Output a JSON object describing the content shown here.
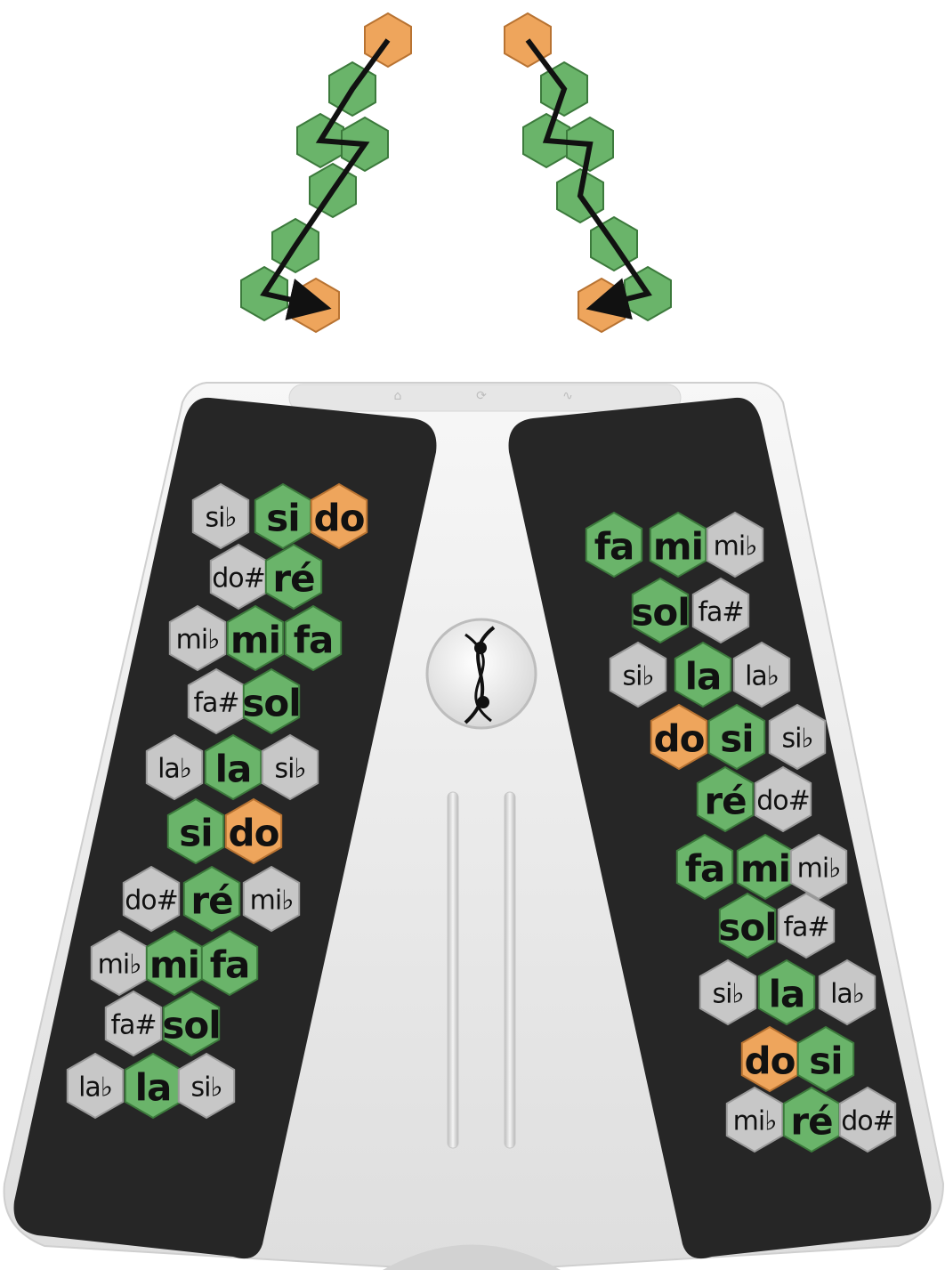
{
  "colors": {
    "natural": "#6ab46a",
    "natural_stroke": "#3c7a3c",
    "root": "#eea55c",
    "root_stroke": "#b87332",
    "accidental": "#c7c7c7",
    "accidental_stroke": "#9a9a9a",
    "panel": "#262626",
    "body": "#efefef"
  },
  "top_device_icons": {
    "left": "home-icon",
    "center": "sync-icon",
    "right": "wave-icon"
  },
  "center_button_icon": "double-helix-icon",
  "left_keyboard": {
    "rows": [
      [
        {
          "note": "si♭",
          "type": "accidental"
        },
        {
          "note": "si",
          "type": "natural"
        },
        {
          "note": "do",
          "type": "root"
        }
      ],
      [
        {
          "note": "do#",
          "type": "accidental"
        },
        {
          "note": "ré",
          "type": "natural"
        }
      ],
      [
        {
          "note": "mi♭",
          "type": "accidental"
        },
        {
          "note": "mi",
          "type": "natural"
        },
        {
          "note": "fa",
          "type": "natural"
        }
      ],
      [
        {
          "note": "fa#",
          "type": "accidental"
        },
        {
          "note": "sol",
          "type": "natural"
        }
      ],
      [
        {
          "note": "la♭",
          "type": "accidental"
        },
        {
          "note": "la",
          "type": "natural"
        },
        {
          "note": "si♭",
          "type": "accidental"
        }
      ],
      [
        {
          "note": "si",
          "type": "natural"
        },
        {
          "note": "do",
          "type": "root"
        }
      ],
      [
        {
          "note": "do#",
          "type": "accidental"
        },
        {
          "note": "ré",
          "type": "natural"
        },
        {
          "note": "mi♭",
          "type": "accidental"
        }
      ],
      [
        {
          "note": "mi♭",
          "type": "accidental"
        },
        {
          "note": "mi",
          "type": "natural"
        },
        {
          "note": "fa",
          "type": "natural"
        }
      ],
      [
        {
          "note": "fa#",
          "type": "accidental"
        },
        {
          "note": "sol",
          "type": "natural"
        }
      ],
      [
        {
          "note": "la♭",
          "type": "accidental"
        },
        {
          "note": "la",
          "type": "natural"
        },
        {
          "note": "si♭",
          "type": "accidental"
        }
      ]
    ]
  },
  "right_keyboard": {
    "rows": [
      [
        {
          "note": "fa",
          "type": "natural"
        },
        {
          "note": "mi",
          "type": "natural"
        },
        {
          "note": "mi♭",
          "type": "accidental"
        }
      ],
      [
        {
          "note": "sol",
          "type": "natural"
        },
        {
          "note": "fa#",
          "type": "accidental"
        }
      ],
      [
        {
          "note": "si♭",
          "type": "accidental"
        },
        {
          "note": "la",
          "type": "natural"
        },
        {
          "note": "la♭",
          "type": "accidental"
        }
      ],
      [
        {
          "note": "do",
          "type": "root"
        },
        {
          "note": "si",
          "type": "natural"
        },
        {
          "note": "si♭",
          "type": "accidental"
        }
      ],
      [
        {
          "note": "ré",
          "type": "natural"
        },
        {
          "note": "do#",
          "type": "accidental"
        }
      ],
      [
        {
          "note": "fa",
          "type": "natural"
        },
        {
          "note": "mi",
          "type": "natural"
        },
        {
          "note": "mi♭",
          "type": "accidental"
        }
      ],
      [
        {
          "note": "sol",
          "type": "natural"
        },
        {
          "note": "fa#",
          "type": "accidental"
        }
      ],
      [
        {
          "note": "si♭",
          "type": "accidental"
        },
        {
          "note": "la",
          "type": "natural"
        },
        {
          "note": "la♭",
          "type": "accidental"
        }
      ],
      [
        {
          "note": "do",
          "type": "root"
        },
        {
          "note": "si",
          "type": "natural"
        }
      ],
      [
        {
          "note": "mi♭",
          "type": "accidental"
        },
        {
          "note": "ré",
          "type": "natural"
        },
        {
          "note": "do#",
          "type": "accidental"
        }
      ]
    ]
  },
  "scale_diagram_left": [
    "root",
    "natural",
    "natural",
    "natural",
    "natural",
    "natural",
    "natural",
    "root"
  ],
  "scale_diagram_right": [
    "root",
    "natural",
    "natural",
    "natural",
    "natural",
    "natural",
    "natural",
    "root"
  ]
}
